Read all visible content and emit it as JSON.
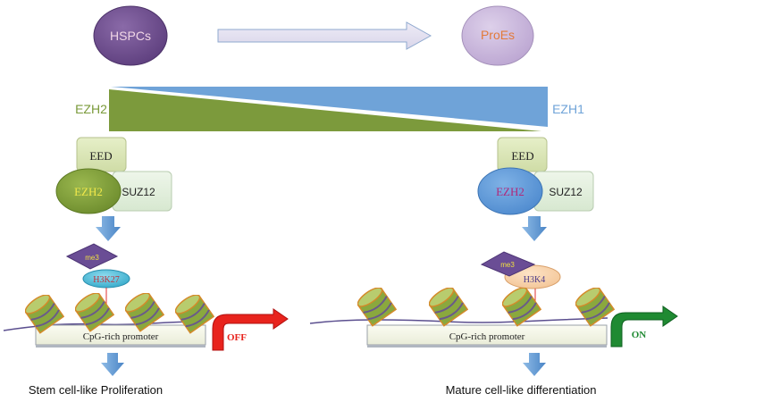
{
  "top": {
    "start_cell": "HSPCs",
    "end_cell": "ProEs"
  },
  "gradient": {
    "left_label": "EZH2",
    "right_label": "EZH1"
  },
  "left_panel": {
    "complex": {
      "eed": "EED",
      "enzyme": "EZH2",
      "suz12": "SUZ12"
    },
    "mark": {
      "methyl": "me3",
      "histone": "H3K27"
    },
    "promoter": "CpG-rich promoter",
    "switch": "OFF",
    "outcome": "Stem cell-like Proliferation"
  },
  "right_panel": {
    "complex": {
      "eed": "EED",
      "enzyme": "EZH2",
      "suz12": "SUZ12"
    },
    "mark": {
      "methyl": "me3",
      "histone": "H3K4"
    },
    "promoter": "CpG-rich promoter",
    "switch": "ON",
    "outcome": "Mature cell-like differentiation"
  },
  "colors": {
    "hspc": "#6e4d8f",
    "proe": "#c9b5dc",
    "ezh2_green": "#7a9a3a",
    "ezh1_blue": "#6fa3d8",
    "off_red": "#e8231d",
    "on_green": "#1f8a32"
  }
}
